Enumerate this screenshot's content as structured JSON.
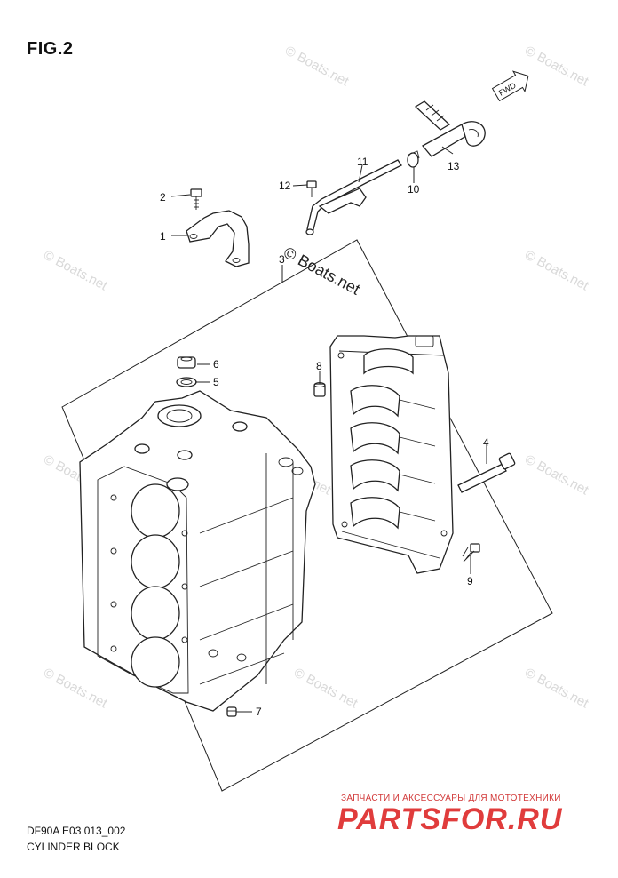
{
  "figure": {
    "title": "FIG.2"
  },
  "footer": {
    "code": "DF90A E03 013_002",
    "name": "CYLINDER BLOCK"
  },
  "watermark": {
    "text": "© Boats.net"
  },
  "fwd_label": "FWD",
  "callouts": [
    "1",
    "2",
    "3",
    "4",
    "5",
    "6",
    "7",
    "8",
    "9",
    "10",
    "11",
    "12",
    "13"
  ],
  "shop": {
    "tagline": "ЗАПЧАСТИ И АКСЕССУАРЫ ДЛЯ МОТОТЕХНИКИ",
    "logo": "PARTSFOR.RU"
  },
  "colors": {
    "line": "#222222",
    "watermark": "#d9d9d9",
    "shop": "#e03c3c"
  }
}
